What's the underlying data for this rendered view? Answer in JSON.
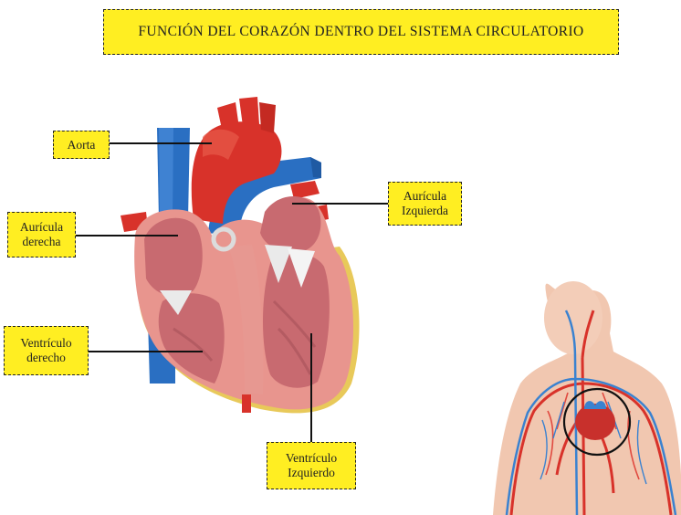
{
  "title": "FUNCIÓN DEL CORAZÓN DENTRO DEL SISTEMA CIRCULATORIO",
  "labels": {
    "aorta": "Aorta",
    "auricula_derecha": [
      "Aurícula",
      "derecha"
    ],
    "auricula_izquierda": [
      "Aurícula",
      "Izquierda"
    ],
    "ventriculo_derecho": [
      "Ventrículo",
      "derecho"
    ],
    "ventriculo_izquierdo": [
      "Ventrículo",
      "Izquierdo"
    ]
  },
  "colors": {
    "label_fill": "#ffee22",
    "vein_blue": "#2a6fc2",
    "artery_red": "#d8322a",
    "myocardium": "#e8958e",
    "interior": "#c86a70"
  }
}
